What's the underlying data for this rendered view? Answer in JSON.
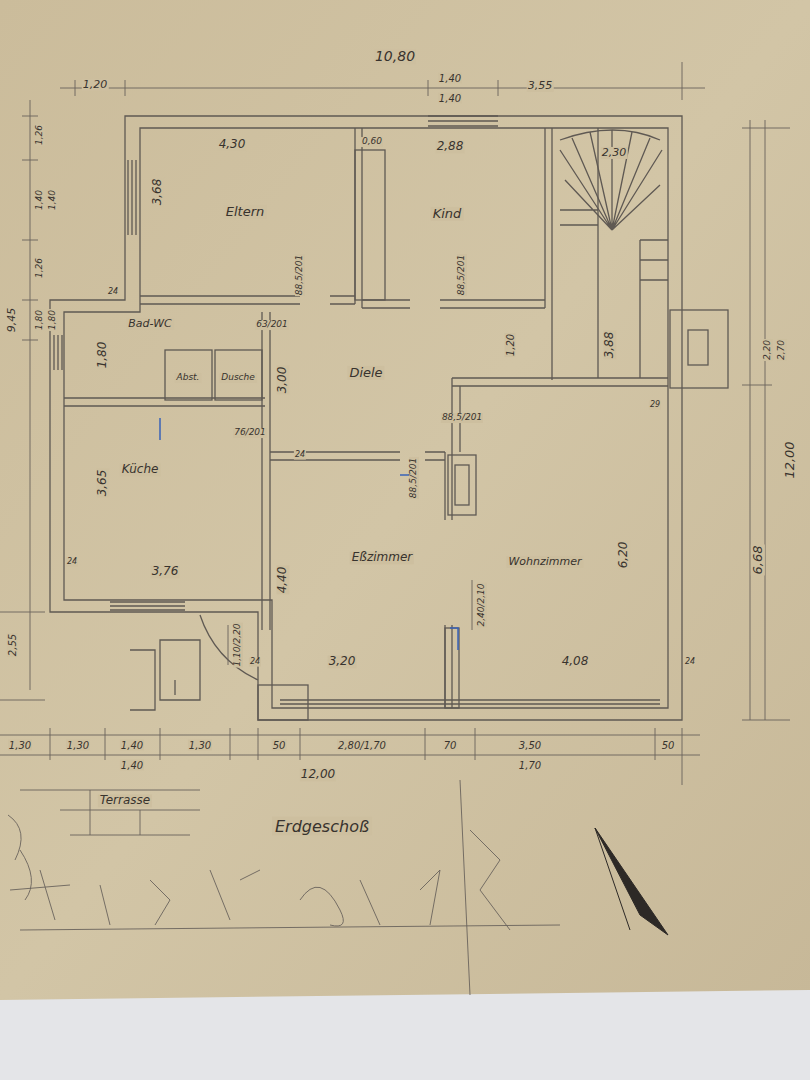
{
  "diagram": {
    "title": "Erdgeschoß",
    "nodes": [
      {
        "text": [
          "Eltern"
        ]
      },
      {
        "text": [
          "Kind"
        ]
      },
      {
        "text": [
          "Bad-WC"
        ]
      },
      {
        "text": [
          "Abst."
        ]
      },
      {
        "text": [
          "Dusche"
        ]
      },
      {
        "text": [
          "Diele"
        ]
      },
      {
        "text": [
          "Küche"
        ]
      },
      {
        "text": [
          "Eßzimmer"
        ]
      },
      {
        "text": [
          "Wohnzimmer"
        ]
      },
      {
        "text": [
          "Terrasse"
        ]
      }
    ],
    "labels": [
      "10,80",
      "1,20",
      "1,40",
      "1,40",
      "3,55",
      "4,30",
      "3,68",
      "0,60",
      "2,88",
      "2,30",
      "88,5/201",
      "88,5/201",
      "63/201",
      "1,80",
      "3,00",
      "1,20",
      "3,88",
      "76/201",
      "88,5/201",
      "88,5/201",
      "3,65",
      "3,76",
      "4,40",
      "2,40/2,10",
      "6,20",
      "1,10/2,20",
      "3,20",
      "4,08",
      "1,30",
      "1,30",
      "1,40",
      "1,40",
      "1,30",
      "50",
      "2,80/1,70",
      "70",
      "3,50",
      "1,70",
      "50",
      "12,00",
      "9,45",
      "1,26",
      "1,40",
      "1,40",
      "1,26",
      "1,80",
      "1,80",
      "2,55",
      "12,00",
      "6,68",
      "2,20",
      "2,70",
      "24",
      "24",
      "24",
      "24",
      "24",
      "29"
    ]
  }
}
